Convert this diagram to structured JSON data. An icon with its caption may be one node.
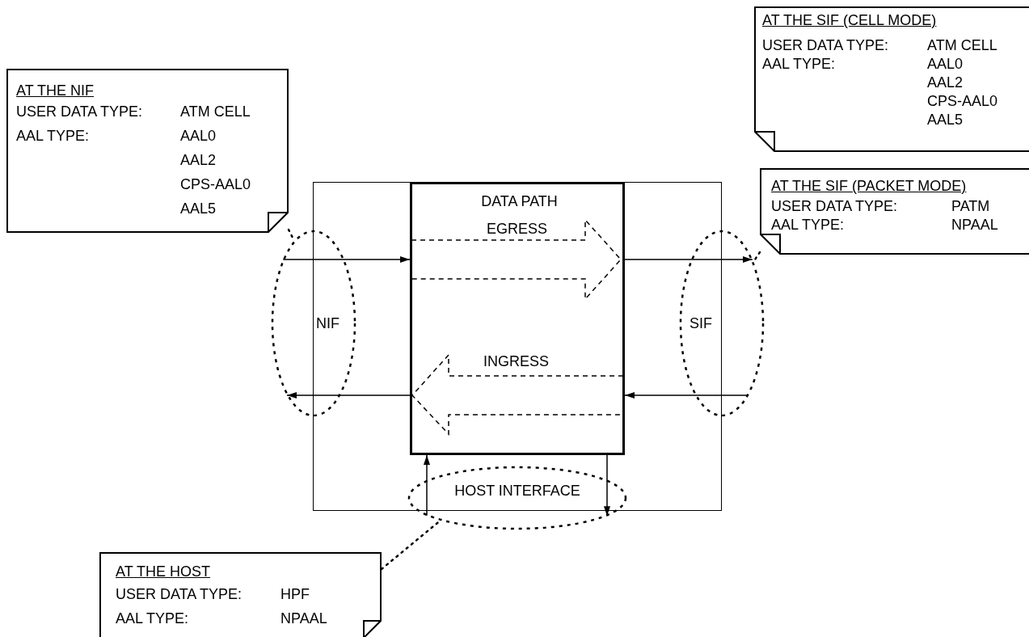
{
  "diagram": {
    "nodes": [
      {
        "text": [
          "AT THE NIF",
          "USER DATA TYPE:",
          "ATM CELL",
          "AAL TYPE:",
          "AAL0",
          "AAL2",
          "CPS-AAL0",
          "AAL5"
        ]
      },
      {
        "text": [
          "AT THE SIF (CELL MODE)",
          "USER DATA TYPE:",
          "ATM CELL",
          "AAL TYPE:",
          "AAL0",
          "AAL2",
          "CPS-AAL0",
          "AAL5"
        ]
      },
      {
        "text": [
          "AT THE SIF (PACKET MODE)",
          "USER DATA TYPE:",
          "PATM",
          "AAL TYPE:",
          "NPAAL"
        ]
      },
      {
        "text": [],
        "shape": "box"
      },
      {
        "text": [
          "DATA PATH"
        ],
        "in": 3
      },
      {
        "text": [
          "EGRESS"
        ],
        "in": 4
      },
      {
        "text": [
          "INGRESS"
        ],
        "in": 4
      },
      {
        "text": [
          "NIF"
        ]
      },
      {
        "text": [
          "SIF"
        ]
      },
      {
        "text": [
          "HOST INTERFACE"
        ]
      },
      {
        "text": [
          "AT THE HOST",
          "USER DATA TYPE:",
          "HPF",
          "AAL TYPE:",
          "NPAAL"
        ]
      }
    ],
    "edges": [
      {
        "from": 7,
        "to": 4,
        "arrow": "to"
      },
      {
        "from": 4,
        "to": 7,
        "arrow": "to"
      },
      {
        "from": 4,
        "to": 8,
        "arrow": "to"
      },
      {
        "from": 8,
        "to": 4,
        "arrow": "to"
      },
      {
        "from": 9,
        "to": 4,
        "arrow": "to"
      },
      {
        "from": 4,
        "to": 9,
        "arrow": "to"
      },
      {
        "from": 0,
        "to": 7,
        "arrow": "none",
        "style": "dashed"
      },
      {
        "from": 2,
        "to": 8,
        "arrow": "none",
        "style": "dashed"
      },
      {
        "from": 10,
        "to": 9,
        "arrow": "none",
        "style": "dashed"
      }
    ]
  }
}
